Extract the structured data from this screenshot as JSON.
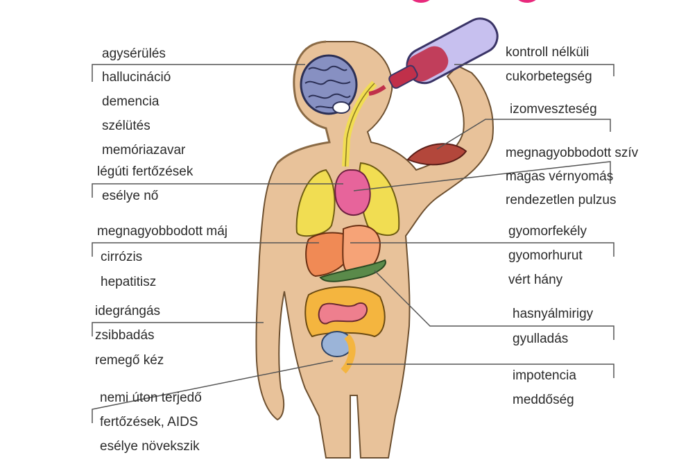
{
  "left_groups": [
    {
      "items": [
        "agysérülés",
        "hallucináció",
        "demencia",
        "szélütés",
        "memóriazavar"
      ]
    },
    {
      "items": [
        "légúti fertőzések",
        "esélye nő"
      ]
    },
    {
      "items": [
        "megnagyobbodott máj",
        "cirrózis",
        "hepatitisz"
      ]
    },
    {
      "items": [
        "idegrángás",
        "zsibbadás",
        "remegő kéz"
      ]
    },
    {
      "items": [
        "nemi úton terjedő",
        "fertőzések, AIDS",
        "esélye növekszik"
      ]
    }
  ],
  "right_groups": [
    {
      "items": [
        "kontroll nélküli",
        "cukorbetegség"
      ]
    },
    {
      "items": [
        "izomveszteség"
      ]
    },
    {
      "items": [
        "megnagyobbodott szív",
        "magas vérnyomás",
        "rendezetlen pulzus"
      ]
    },
    {
      "items": [
        "gyomorfekély",
        "gyomorhurut",
        "vért hány"
      ]
    },
    {
      "items": [
        "hasnyálmirigy",
        "gyulladás"
      ]
    },
    {
      "items": [
        "impotencia",
        "meddőség"
      ]
    }
  ],
  "colors": {
    "skin": "#d9a574",
    "lungs": "#f1dd52",
    "heart": "#e7649b",
    "liver": "#f08a55",
    "stomach": "#f6a377",
    "intestine": "#f4b53f",
    "brain": "#7b86b8",
    "bottle_liquid": "#c0304a",
    "bottle_glass": "#b9b3e8",
    "muscle": "#b3473b",
    "bladder": "#9bb4d8",
    "accent": "#e8297c",
    "leader_line": "#4a4a4a"
  }
}
